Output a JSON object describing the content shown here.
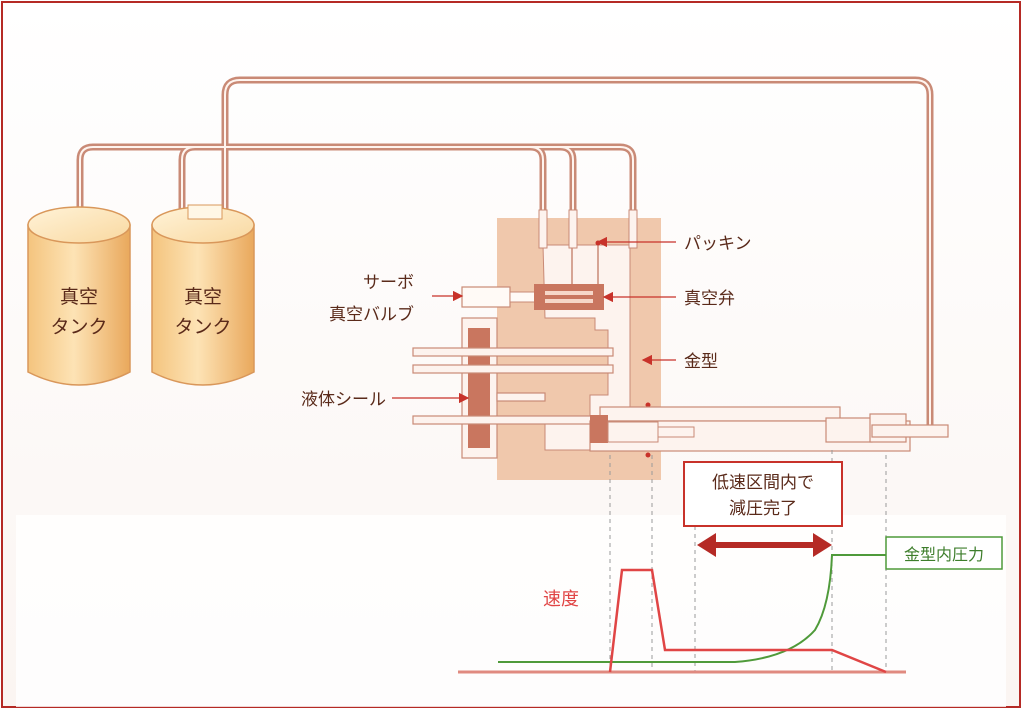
{
  "labels": {
    "tank_left_line1": "真空",
    "tank_left_line2": "タンク",
    "tank_right_line1": "真空",
    "tank_right_line2": "タンク",
    "servo_line1": "サーボ",
    "servo_line2": "真空バルブ",
    "liquid_seal": "液体シール",
    "packing": "パッキン",
    "vacuum_valve": "真空弁",
    "mold": "金型",
    "low_speed_line1": "低速区間内で",
    "low_speed_line2": "減圧完了",
    "speed": "速度",
    "mold_pressure": "金型内圧力"
  },
  "colors": {
    "pipe": "#c98a76",
    "pipe_dark": "#a86650",
    "tank_fill": "#f6c57c",
    "mold_fill": "#f0c8ac",
    "component": "#c9765f",
    "label_red": "#c8322a",
    "speed_line": "#e04545",
    "pressure_line": "#4f9a3a"
  }
}
